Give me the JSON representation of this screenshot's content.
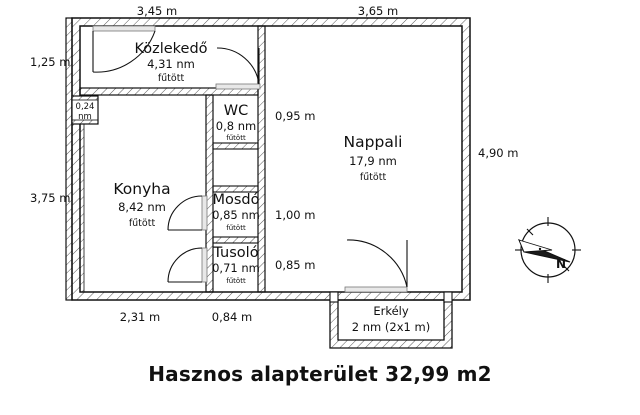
{
  "footer": {
    "title": "Hasznos alapterület 32,99 m2"
  },
  "units": {
    "area": "nm",
    "length": "m"
  },
  "dimensions": {
    "top_left": "3,45 m",
    "top_right": "3,65 m",
    "left_upper": "1,25 m",
    "left_lower": "3,75 m",
    "right": "4,90 m",
    "bottom_left": "2,31 m",
    "bottom_mid": "0,84 m",
    "inner_wc": "0,95 m",
    "inner_mosdo": "1,00 m",
    "inner_tusolo": "0,85 m"
  },
  "rooms": [
    {
      "id": "kozlekedo",
      "name": "Közlekedő",
      "area": "4,31 nm",
      "heating": "fűtött"
    },
    {
      "id": "wc",
      "name": "WC",
      "area": "0,8 nm",
      "heating": "fűtött"
    },
    {
      "id": "nappali",
      "name": "Nappali",
      "area": "17,9 nm",
      "heating": "fűtött"
    },
    {
      "id": "konyha",
      "name": "Konyha",
      "area": "8,42 nm",
      "heating": "fűtött"
    },
    {
      "id": "mosdo",
      "name": "Mosdó",
      "area": "0,85 nm",
      "heating": "fűtött"
    },
    {
      "id": "tusolo",
      "name": "Tusoló",
      "area": "0,71 nm",
      "heating": "fűtött"
    },
    {
      "id": "erkely",
      "name": "Erkély",
      "area": "2 nm (2x1 m)",
      "heating": ""
    },
    {
      "id": "closet",
      "name": "",
      "area": "0,24",
      "heating": "nm"
    }
  ],
  "compass": {
    "label": "N"
  },
  "colors": {
    "line": "#111111",
    "background": "#ffffff",
    "door_sill": "#e8e8e8"
  }
}
